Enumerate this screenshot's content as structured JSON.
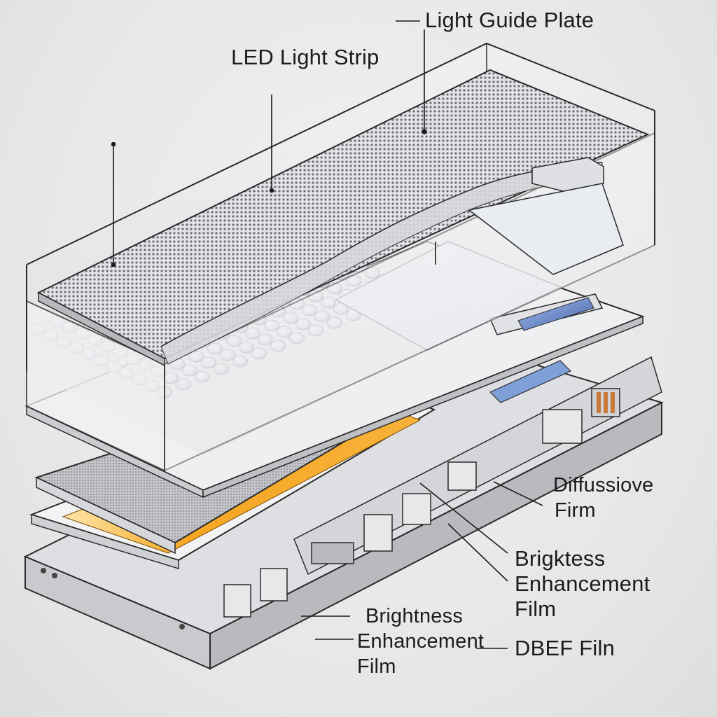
{
  "labels": {
    "light_guide_plate": "Light Guide Plate",
    "led_light_strip": "LED Light Strip",
    "diffusive_film": [
      "Diffussiove",
      "Firm"
    ],
    "brightness_enhancement_right": [
      "Brigktess",
      "Enhancement",
      "Film"
    ],
    "brightness_enhancement_bottom": [
      "Brightness",
      "Enhancement",
      "Film"
    ],
    "dbef_film": "DBEF Filn"
  },
  "colors": {
    "outline": "#2a2a2a",
    "metal_light": "#f4f4f5",
    "metal_mid": "#c9cacd",
    "metal_dark": "#8d8f94",
    "dot_texture": "#6b6e75",
    "led_blue": "#5b7fc7",
    "film_orange": "#f6a623",
    "film_yellow": "#ffd76a",
    "diffuser_glow": "#f7fbff"
  }
}
